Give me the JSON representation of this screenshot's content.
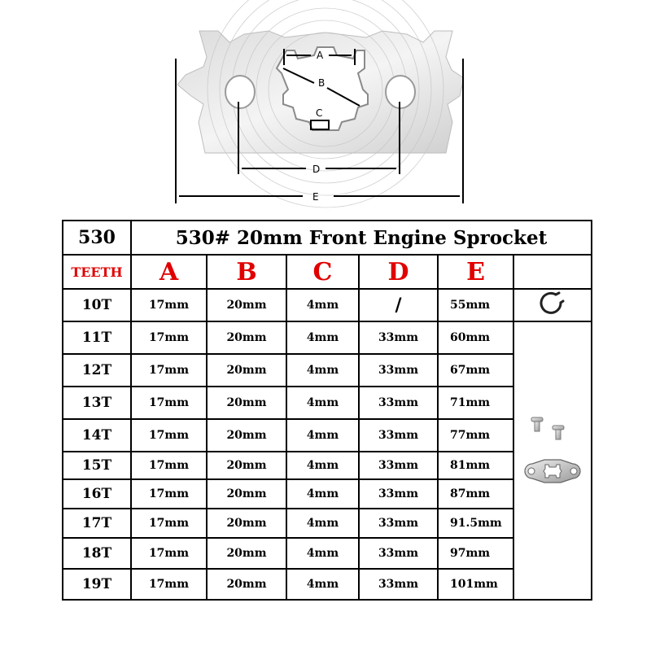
{
  "diagram": {
    "labels": {
      "a": "A",
      "b": "B",
      "c": "C",
      "d": "D",
      "e": "E"
    }
  },
  "table": {
    "model": "530",
    "title": "530# 20mm Front Engine Sprocket",
    "teeth_header": "TEETH",
    "columns": [
      "A",
      "B",
      "C",
      "D",
      "E"
    ],
    "rows": [
      {
        "teeth": "10T",
        "a": "17mm",
        "b": "20mm",
        "c": "4mm",
        "d": "/",
        "e": "55mm"
      },
      {
        "teeth": "11T",
        "a": "17mm",
        "b": "20mm",
        "c": "4mm",
        "d": "33mm",
        "e": "60mm"
      },
      {
        "teeth": "12T",
        "a": "17mm",
        "b": "20mm",
        "c": "4mm",
        "d": "33mm",
        "e": "67mm"
      },
      {
        "teeth": "13T",
        "a": "17mm",
        "b": "20mm",
        "c": "4mm",
        "d": "33mm",
        "e": "71mm"
      },
      {
        "teeth": "14T",
        "a": "17mm",
        "b": "20mm",
        "c": "4mm",
        "d": "33mm",
        "e": "77mm"
      },
      {
        "teeth": "15T",
        "a": "17mm",
        "b": "20mm",
        "c": "4mm",
        "d": "33mm",
        "e": "81mm"
      },
      {
        "teeth": "16T",
        "a": "17mm",
        "b": "20mm",
        "c": "4mm",
        "d": "33mm",
        "e": "87mm"
      },
      {
        "teeth": "17T",
        "a": "17mm",
        "b": "20mm",
        "c": "4mm",
        "d": "33mm",
        "e": "91.5mm"
      },
      {
        "teeth": "18T",
        "a": "17mm",
        "b": "20mm",
        "c": "4mm",
        "d": "33mm",
        "e": "97mm"
      },
      {
        "teeth": "19T",
        "a": "17mm",
        "b": "20mm",
        "c": "4mm",
        "d": "33mm",
        "e": "101mm"
      }
    ]
  }
}
